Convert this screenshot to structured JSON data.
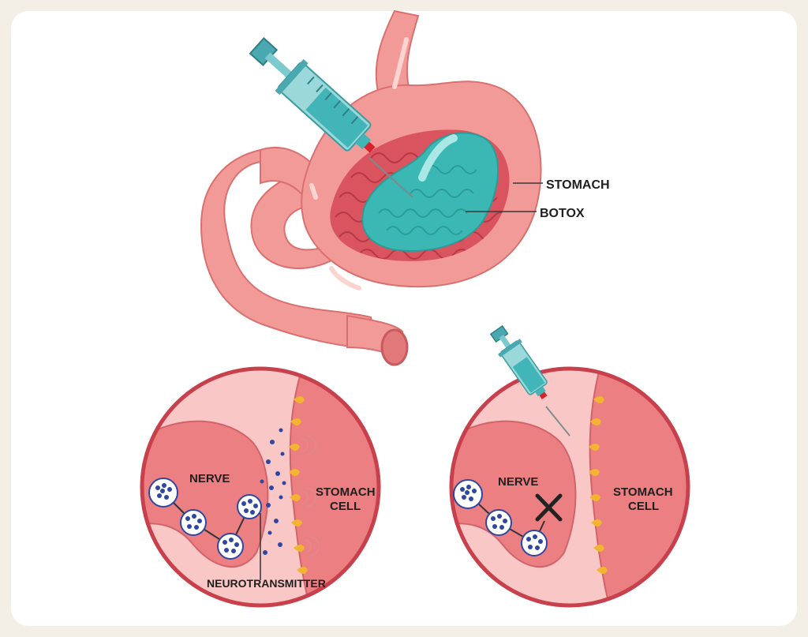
{
  "labels": {
    "stomach": "STOMACH",
    "botox": "BOTOX",
    "nerve_left": "NERVE",
    "cell_left_line1": "STOMACH",
    "cell_left_line2": "CELL",
    "neurotransmitter": "NEUROTRANSMITTER",
    "nerve_right": "NERVE",
    "cell_right_line1": "STOMACH",
    "cell_right_line2": "CELL"
  },
  "icons": {
    "syringe_top": "syringe-icon",
    "syringe_small": "syringe-icon",
    "blocked": "x-mark-icon"
  },
  "colors": {
    "stomach_outer": "#f29a97",
    "stomach_inner": "#e1686f",
    "botox": "#3cb8b4",
    "circle_border": "#c8404b",
    "cell": "#ec7f82",
    "vesicle": "#2f47a2",
    "receptor": "#f2b431",
    "syringe_barrel": "#9ad8d9",
    "syringe_fluid": "#42b5b8",
    "needle_tip": "#d8232f"
  }
}
